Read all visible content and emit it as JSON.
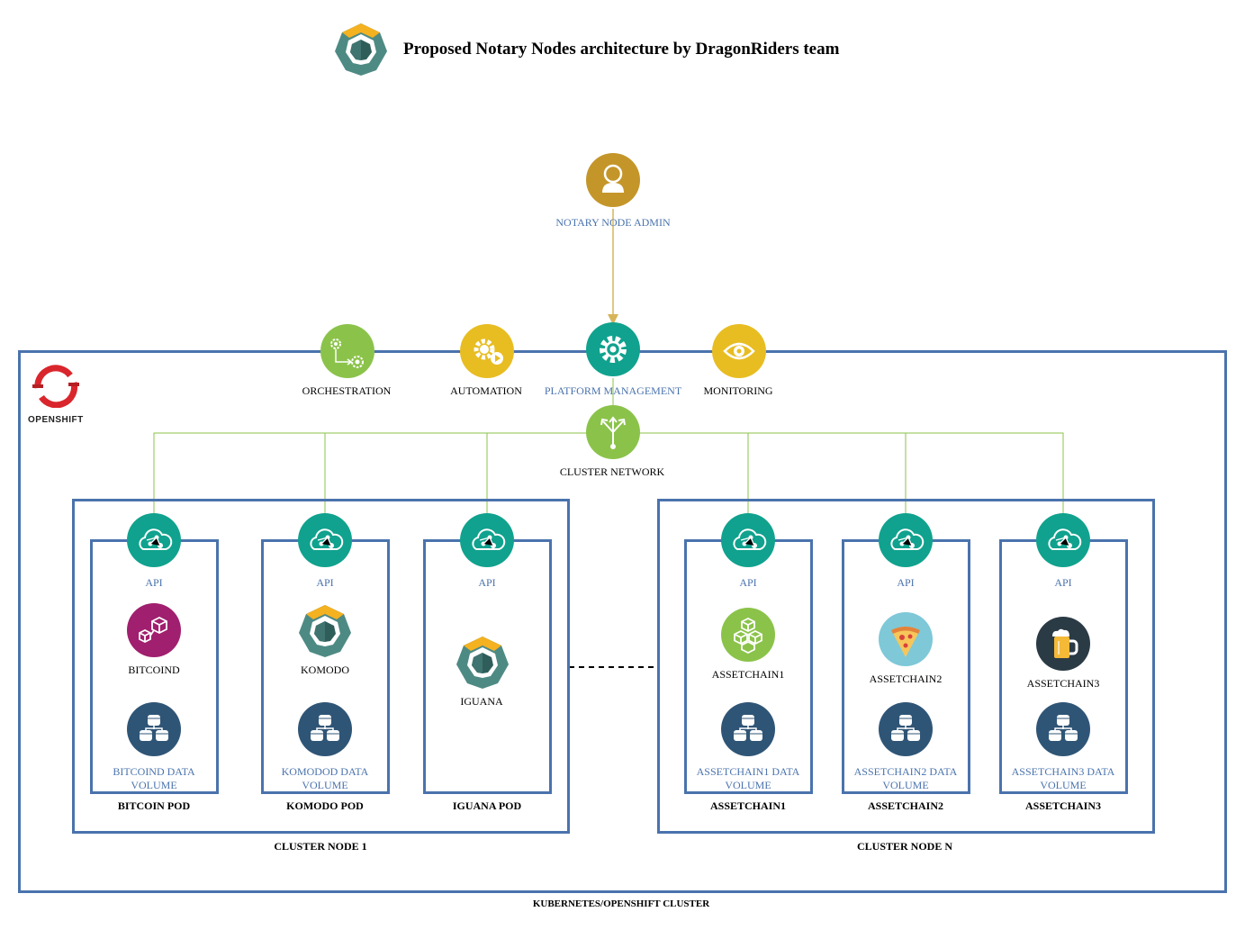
{
  "title": "Proposed Notary Nodes architecture by DragonRiders team",
  "colors": {
    "border": "#4a73ad",
    "teal": "#10a28e",
    "green": "#8bc34a",
    "yellow": "#e8bd22",
    "gold": "#c4962a",
    "navy": "#2f5576",
    "magenta": "#a01f6e",
    "openshift_red": "#d9262c"
  },
  "openshift_logo": {
    "text": "OPENSHIFT"
  },
  "admin": {
    "label": "NOTARY NODE ADMIN",
    "icon": "user-icon"
  },
  "services": [
    {
      "label": "ORCHESTRATION",
      "icon": "workflow-gears-icon",
      "color": "#8bc34a"
    },
    {
      "label": "AUTOMATION",
      "icon": "gear-play-icon",
      "color": "#e8bd22"
    },
    {
      "label": "PLATFORM MANAGEMENT",
      "icon": "gear-icon",
      "color": "#10a28e"
    },
    {
      "label": "MONITORING",
      "icon": "eye-icon",
      "color": "#e8bd22"
    }
  ],
  "cluster_network": {
    "label": "CLUSTER NETWORK",
    "icon": "network-split-icon"
  },
  "cluster_nodes": [
    {
      "label": "CLUSTER NODE 1",
      "pods": [
        {
          "api": "API",
          "app": "BITCOIND",
          "app_icon": "bitcoin-cubes-icon",
          "volume": "BITCOIND DATA VOLUME",
          "pod": "BITCOIN POD"
        },
        {
          "api": "API",
          "app": "KOMODO",
          "app_icon": "komodo-logo-icon",
          "volume": "KOMODOD DATA VOLUME",
          "pod": "KOMODO POD"
        },
        {
          "api": "API",
          "app": "IGUANA",
          "app_icon": "komodo-logo-icon",
          "volume": "",
          "pod": "IGUANA POD"
        }
      ]
    },
    {
      "label": "CLUSTER NODE N",
      "pods": [
        {
          "api": "API",
          "app": "ASSETCHAIN1",
          "app_icon": "blocks-icon",
          "volume": "ASSETCHAIN1 DATA VOLUME",
          "pod": "ASSETCHAIN1"
        },
        {
          "api": "API",
          "app": "ASSETCHAIN2",
          "app_icon": "pizza-icon",
          "volume": "ASSETCHAIN2 DATA VOLUME",
          "pod": "ASSETCHAIN2"
        },
        {
          "api": "API",
          "app": "ASSETCHAIN3",
          "app_icon": "beer-icon",
          "volume": "ASSETCHAIN3 DATA VOLUME",
          "pod": "ASSETCHAIN3"
        }
      ]
    }
  ],
  "cluster_label": "KUBERNETES/OPENSHIFT CLUSTER"
}
